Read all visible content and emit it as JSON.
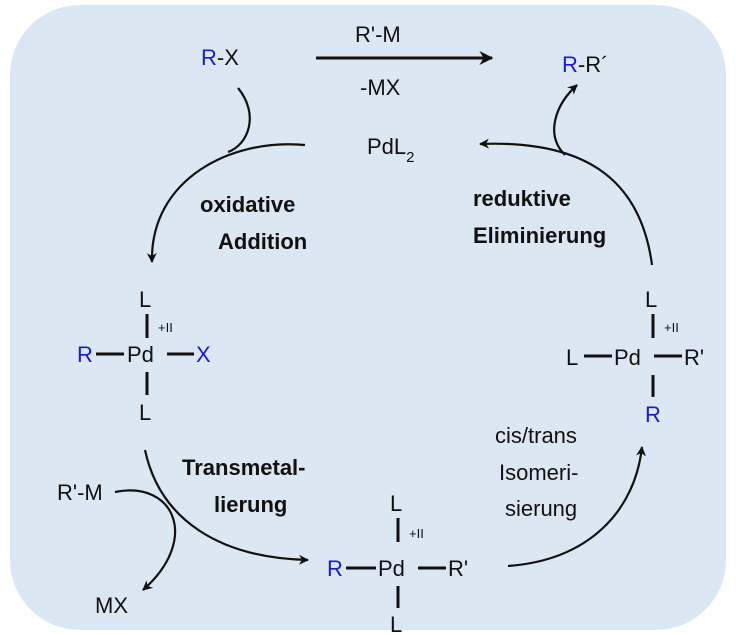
{
  "colors": {
    "background": "#dbe7f2",
    "text": "#111111",
    "r_group": "#1a1ad6",
    "stroke": "#111111"
  },
  "top_reaction": {
    "reactant_r": "R",
    "reactant_rest": "-X",
    "reagent_above": "R'-M",
    "reagent_below": "-MX",
    "product_r": "R",
    "product_rest": "-R´"
  },
  "catalyst": {
    "base": "PdL",
    "subscript": "2"
  },
  "steps": {
    "oxidative_line1": "oxidative",
    "oxidative_line2": "Addition",
    "reductive_line1": "reduktive",
    "reductive_line2": "Eliminierung",
    "transmetal_line1": "Transmetal-",
    "transmetal_line2": "lierung",
    "isomer_line1": "cis/trans",
    "isomer_line2": "Isomeri-",
    "isomer_line3": "sierung"
  },
  "complex_left": {
    "top": "L",
    "left": "R",
    "metal": "Pd",
    "right": "X",
    "bottom": "L",
    "ox": "+II"
  },
  "complex_bottom": {
    "top": "L",
    "left": "R",
    "metal": "Pd",
    "right": "R'",
    "bottom": "L",
    "ox": "+II"
  },
  "complex_right": {
    "top": "L",
    "left": "L",
    "metal": "Pd",
    "right": "R'",
    "bottom": "R",
    "ox": "+II"
  },
  "side_species": {
    "in": "R'-M",
    "out": "MX"
  }
}
